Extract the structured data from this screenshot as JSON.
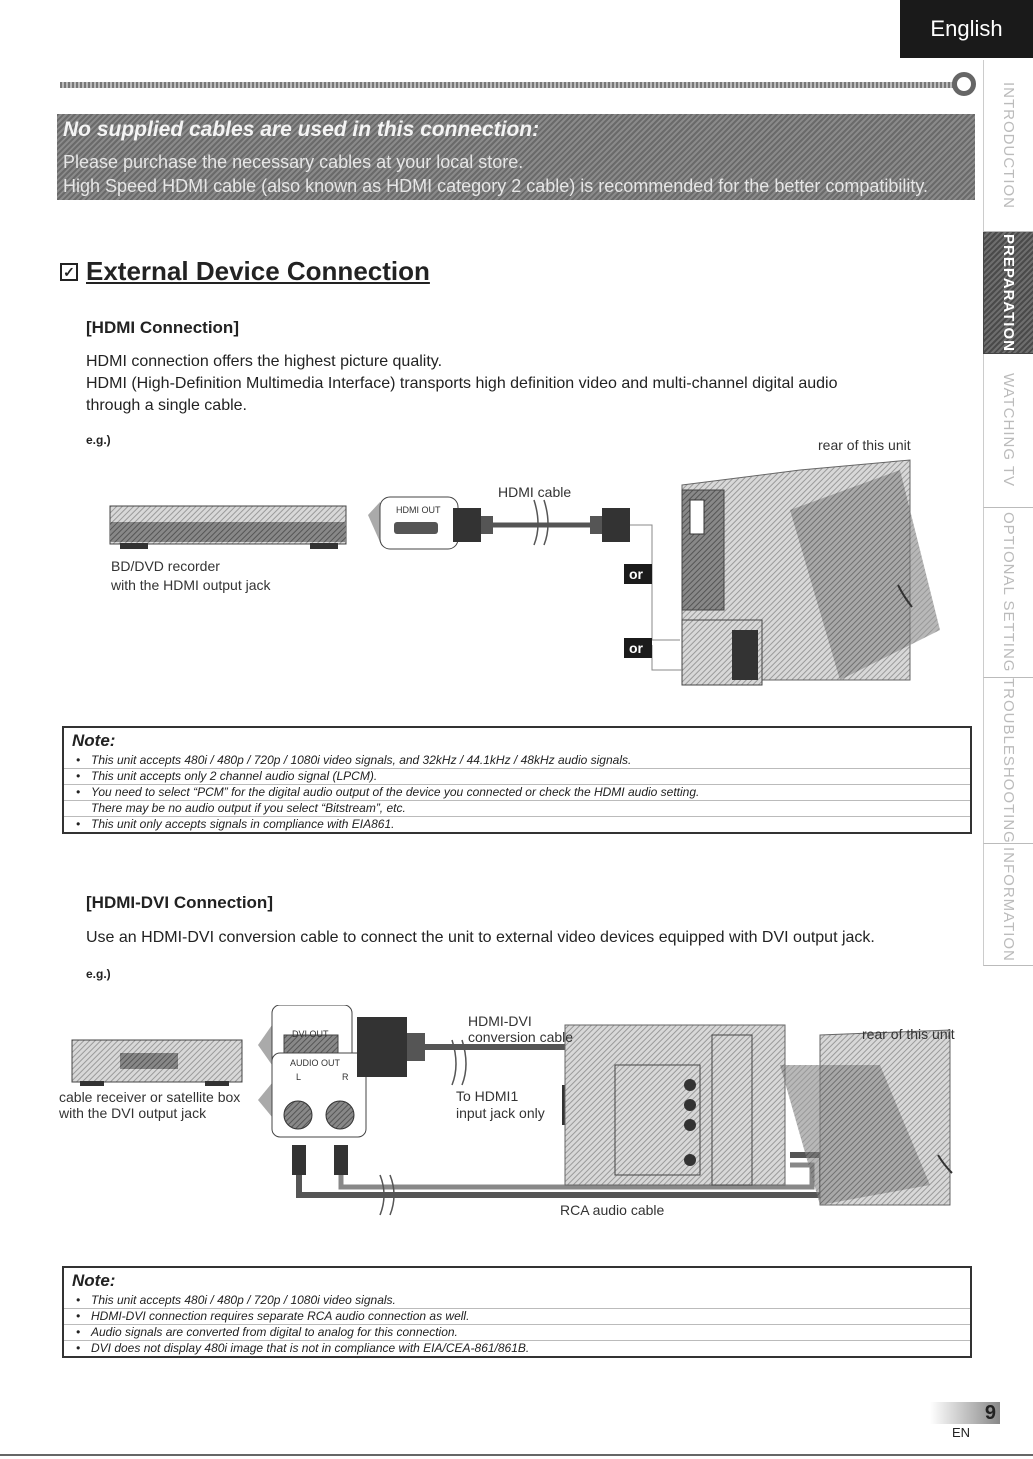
{
  "language_tab": "English",
  "banner": {
    "title": "No supplied cables are used in this connection:",
    "line1": "Please purchase the necessary cables at your local store.",
    "line2": "High Speed HDMI cable (also known as HDMI category 2 cable) is recommended for the better compatibility."
  },
  "side_tabs": [
    {
      "label": "INTRODUCTION"
    },
    {
      "label": "PREPARATION"
    },
    {
      "label": "WATCHING TV"
    },
    {
      "label": "OPTIONAL SETTING"
    },
    {
      "label": "TROUBLESHOOTING"
    },
    {
      "label": "INFORMATION"
    }
  ],
  "heading": {
    "check": "✓",
    "title": "External Device Connection"
  },
  "hdmi": {
    "title": "[HDMI Connection]",
    "lines": [
      "HDMI connection offers the highest picture quality.",
      "HDMI (High-Definition Multimedia Interface) transports high definition video and multi-channel digital audio",
      "through a single cable."
    ],
    "eg": "e.g.)",
    "rear_label": "rear of this unit",
    "cable_label": "HDMI cable",
    "port_label": "HDMI OUT",
    "device_line1": "BD/DVD recorder",
    "device_line2": "with the HDMI output jack",
    "or1": "or",
    "or2": "or"
  },
  "note1": {
    "title": "Note:",
    "lines": [
      "This unit accepts 480i / 480p / 720p / 1080i video signals, and 32kHz / 44.1kHz / 48kHz audio signals.",
      "This unit accepts only 2 channel audio signal (LPCM).",
      "You need to select “PCM” for the digital audio output of the device you connected or check the HDMI audio setting.",
      "There may be no audio output if you select “Bitstream”, etc.",
      "This unit only accepts signals in compliance with EIA861."
    ]
  },
  "dvi": {
    "title": "[HDMI-DVI Connection]",
    "line": "Use an HDMI-DVI conversion cable to connect the unit to external video devices equipped with DVI output jack.",
    "eg": "e.g.)",
    "rear_label": "rear of this unit",
    "cable_line1": "HDMI-DVI",
    "cable_line2": "conversion cable",
    "dvi_port": "DVI OUT",
    "audio_port": "AUDIO OUT",
    "audio_l": "L",
    "audio_r": "R",
    "to_line1": "To HDMI1",
    "to_line2": "input jack only",
    "device_line1": "cable receiver or satellite box",
    "device_line2": "with the DVI output jack",
    "rca_label": "RCA audio cable"
  },
  "note2": {
    "title": "Note:",
    "lines": [
      "This unit accepts 480i / 480p / 720p / 1080i video signals.",
      "HDMI-DVI connection requires separate RCA audio connection as well.",
      "Audio signals are converted from digital to analog for this connection.",
      "DVI does not display 480i image that is not in compliance with EIA/CEA-861/861B."
    ]
  },
  "page": {
    "number": "9",
    "lang": "EN"
  }
}
